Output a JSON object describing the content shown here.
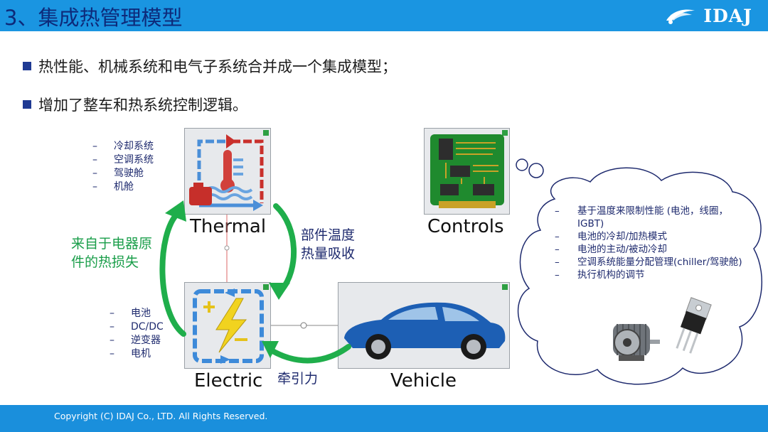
{
  "header": {
    "title": "3、集成热管理模型",
    "logo_text": "IDAJ",
    "bar_color": "#1a95e1"
  },
  "bullets": [
    "热性能、机械系统和电气子系统合并成一个集成模型；",
    "增加了整车和热系统控制逻辑。"
  ],
  "thermal_list": [
    "冷却系统",
    "空调系统",
    "驾驶舱",
    "机舱"
  ],
  "electric_list": [
    "电池",
    "DC/DC",
    "逆变器",
    "电机"
  ],
  "tiles": {
    "thermal": "Thermal",
    "controls": "Controls",
    "electric": "Electric",
    "vehicle": "Vehicle"
  },
  "annotations": {
    "heat_loss_line1": "来自于电器原",
    "heat_loss_line2": "件的热损失",
    "temp_line1": "部件温度",
    "temp_line2": "热量吸收",
    "traction": "牵引力"
  },
  "cloud_list": [
    "基于温度来限制性能 (电池，线圈，IGBT)",
    "电池的冷却/加热模式",
    "电池的主动/被动冷却",
    "空调系统能量分配管理(chiller/驾驶舱)",
    "执行机构的调节"
  ],
  "icons": {
    "thermal_tile": "thermal-system-icon",
    "controls_tile": "circuit-board-icon",
    "electric_tile": "electric-system-icon",
    "vehicle_tile": "car-icon",
    "cloud_images": [
      "electric-motor-icon",
      "igbt-transistor-icon"
    ]
  },
  "colors": {
    "green_arrow": "#1fae4b",
    "accent_blue": "#1e2a6e",
    "footer_bar": "#1a8fdc"
  },
  "footer": {
    "copyright": "Copyright (C)  IDAJ Co., LTD. All Rights Reserved."
  }
}
